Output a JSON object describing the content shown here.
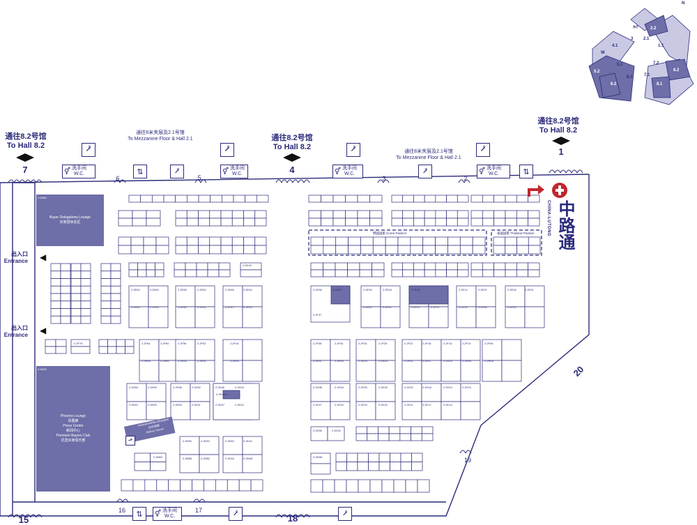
{
  "colors": {
    "line": "#2a2a7a",
    "fill": "#6e6ea8",
    "light": "#c9c9e4",
    "accent": "#c0272d"
  },
  "to_hall": {
    "cn": "通往8.2号馆",
    "en": "To Hall 8.2"
  },
  "mezzanine": {
    "cn": "通往8米夹层及2.1号馆",
    "en": "To Mezzanine Floor & Hall 2.1"
  },
  "entrance": {
    "cn": "出入口",
    "en": "Entrance"
  },
  "wc": {
    "cn": "洗手间",
    "en": "W.C."
  },
  "gates": {
    "g1": "1",
    "g2": "2",
    "g3": "3",
    "g4": "4",
    "g5": "5",
    "g6": "6",
    "g7": "7",
    "g15": "15",
    "g16": "16",
    "g17": "17",
    "g18": "18",
    "g19": "19",
    "g20": "20"
  },
  "logo": {
    "cn": "中路通",
    "en": "CHINA-LUTONG"
  },
  "lounges": {
    "buyer": {
      "en": "Buyer Delegations Lounge",
      "cn": "买家团休息区",
      "booth": "2.2A80"
    },
    "phoenix": {
      "booth": "2.2K80",
      "lines": [
        "Phoenix Lounge",
        "凤凰廊",
        "Press Centre",
        "新闻中心",
        "Premium Buyers Club",
        "优选买家俱乐部"
      ]
    }
  },
  "pavilions": {
    "korea": "韩国国家 Korea Pavilion",
    "thailand": "泰国国家 Thailand Pavilion"
  },
  "history": {
    "en": "Automechanika Shanghai",
    "cn": "历史回顾",
    "sub": "History Tunnel"
  },
  "mini_map": {
    "compass": "N",
    "west": "W",
    "east": "东厅",
    "halls": [
      "1.1",
      "2.1",
      "2.2",
      "3",
      "4.1",
      "5.1",
      "5.2",
      "6.1",
      "6.2",
      "7.1",
      "7.2",
      "8.1",
      "8.2"
    ]
  },
  "booths": {
    "row_e": [
      "2.2E64",
      "2.2E60",
      "2.2E56",
      "2.2E52",
      "2.2E48",
      "2.2E44",
      "2.2E40",
      "2.2E38",
      "2.2E34",
      "2.2E30",
      "2.2E18",
      "2.2E16",
      "2.2E14",
      "2.2E10",
      "2.2E06",
      "2.2E01",
      "2.2D43"
    ],
    "row_f": [
      "2.2F63",
      "2.2F59",
      "2.2F55",
      "2.2F51",
      "2.2F47",
      "2.2F43",
      "2.2F37",
      "2.2F25",
      "2.2F23",
      "2.2F21",
      "2.2F17",
      "2.2F13",
      "2.2F09",
      "2.2F05",
      "2.2F76"
    ],
    "row_g": [
      "2.2F64",
      "2.2F60",
      "2.2F56",
      "2.2F52",
      "2.2F44",
      "2.2F38",
      "2.2F34",
      "2.2F30",
      "2.2F26",
      "2.2F22",
      "2.2F18",
      "2.2F14",
      "2.2F10",
      "2.2F06"
    ],
    "row_h1": [
      "2.2H65",
      "2.2H61",
      "2.2H55",
      "2.2H51",
      "2.2H43",
      "2.2H37",
      "2.2H33",
      "2.2H29",
      "2.2H25",
      "2.2H21",
      "2.2H17",
      "2.2H13",
      "2.2H09",
      "2.2H05"
    ],
    "row_h2": [
      "2.2H64",
      "2.2H60",
      "2.2H56",
      "2.2H52",
      "2.2H48",
      "2.2H44",
      "2.2H38",
      "2.2H34",
      "2.2H30",
      "2.2H26",
      "2.2H22",
      "2.2H18",
      "2.2H14",
      "2.2H10",
      "2.2H48-1"
    ],
    "row_k1": [
      "2.2K63",
      "2.2K59",
      "2.2K55",
      "2.2K51",
      "2.2KA7",
      "2.2K43",
      "2.2K37",
      "2.2K33",
      "2.2K29",
      "2.2K25",
      "2.2K21",
      "2.2K17",
      "2.2K13"
    ],
    "row_k2": [
      "2.2K56",
      "2.2K52",
      "2.2K48",
      "2.2K44",
      "2.2K38",
      "2.2K34",
      "2.2K32",
      "2.2K60",
      "2.2K66"
    ],
    "row_m": [
      "2.2M62",
      "2.2M56",
      "2.2M52",
      "2.2M48",
      "2.2M38"
    ]
  }
}
